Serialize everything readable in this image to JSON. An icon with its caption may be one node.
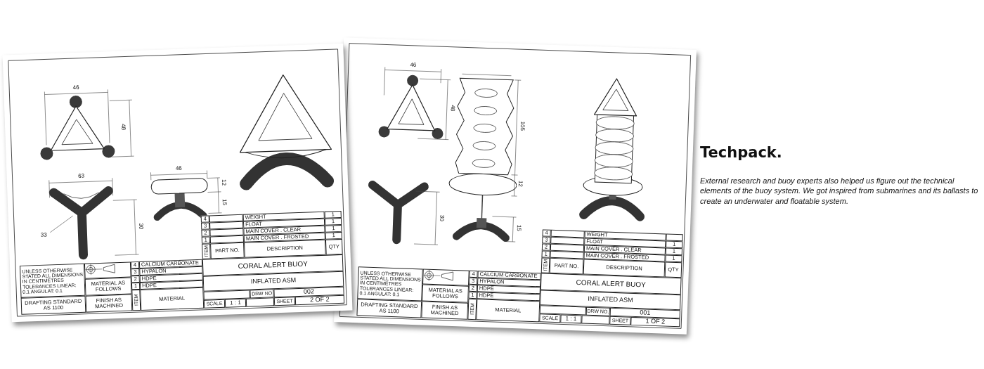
{
  "diagram": {
    "title": "Techpack.",
    "caption": "External research and buoy experts also helped us figure out the technical elements of the buoy system. We got inspired from submarines and its ballasts to create an underwater and floatable system.",
    "labels": [
      "46",
      "48",
      "63",
      "33",
      "30",
      "46",
      "12",
      "15",
      "4",
      "WEIGHT",
      "1",
      "3",
      "FLOAT",
      "1",
      "2",
      "MAIN COVER . CLEAR",
      "1",
      "1",
      "MAIN COVER . FROSTED",
      "1",
      "ITEM",
      "PART NO.",
      "DESCRIPTION",
      "QTY",
      "UNLESS OTHERWISE STATED ALL DIMENSIONS IN CENTIMETRES TOLERANCES LINEAR: 0.1 ANGULAT: 0.1",
      "4",
      "CALCIUM CARBONATE",
      "CORAL ALERT BUOY",
      "3",
      "HYPALON",
      "INFLATED ASM",
      "MATERIAL AS FOLLOWS",
      "2",
      "HDPE",
      "1",
      "HDPE",
      "DRW NO",
      "002",
      "DRAFTING STANDARD AS 1100",
      "FINISH AS MACHINED",
      "ITEM",
      "MATERIAL",
      "SCALE",
      "1 : 1",
      "SHEET",
      "2 OF 2",
      "46",
      "48",
      "105",
      "12",
      "30",
      "15",
      "4",
      "WEIGHT",
      "3",
      "FLOAT",
      "1",
      "2",
      "MAIN COVER . CLEAR",
      "1",
      "1",
      "MAIN COVER . FROSTED",
      "1",
      "ITEM",
      "PART NO.",
      "DESCRIPTION",
      "QTY",
      "UNLESS OTHERWISE STATED ALL DIMENSIONS IN CENTIMETRES TOLERANCES LINEAR: 0.1 ANGULAT: 0.1",
      "4",
      "CALCIUM CARBONATE",
      "CORAL ALERT BUOY",
      "3",
      "HYPALON",
      "INFLATED ASM",
      "MATERIAL AS FOLLOWS",
      "2",
      "HDPE",
      "1",
      "HDPE",
      "DRW NO.",
      "001",
      "DRAFTING STANDARD AS 1100",
      "FINISH AS MACHINED",
      "ITEM",
      "MATERIAL",
      "SCALE",
      "1 : 1",
      "SHEET",
      "1 OF 2"
    ]
  }
}
